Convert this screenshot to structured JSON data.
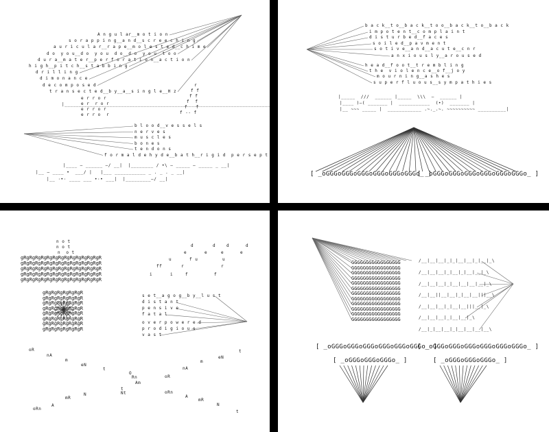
{
  "panel1": {
    "poem_lines": [
      "A n g u l ar__m o t i o n",
      "s o r a p p i n g__a n d__s c r e e c h i n g",
      "a u r i c u l a r__r a p e__m o l e s t e d__c h i m e",
      "d o  y o u__d o  y o u  d o__d o  y o u  t o o",
      "d u r a__m a t e r__p e r f o r a t i o n__a c t i o n",
      "h i g h__p i t c h__s t a b b i n g",
      "d r i l l i n g",
      "d i m o n a n c e",
      "d e c o m p o s e d",
      "t r a n s e c t e d__b y__a__s i n g l e__H z"
    ],
    "error_lines": [
      "e r r o r",
      "e r  r o r",
      "e r r o r",
      "e r r o  r"
    ],
    "f_lines": [
      "r",
      "f f",
      "f f",
      "f  f",
      "f   f",
      "f -- f"
    ],
    "baseline": "|_____________________________________________________________________________________|",
    "body_lines": [
      "b l o o d__v e s s e l s",
      "n e r v e s",
      "m u s c l e s",
      "b o n e s",
      "t e n d o n s",
      "f o r m a l d e h y d e__b a t h__r i g i d  p e r s e p t i o n"
    ],
    "bar_lines": [
      "|____ — ______ —/ __|  |________ / •\\ — _____ — _____ _ __|",
      "|__ — ____ •  ___/ |   |___ ___________ _ . _ . _ __|",
      "|__ ·•· ____ ___ •·• ___|  |_________—/ __|"
    ]
  },
  "panel2": {
    "lines": [
      "b a c k__t o__b a c k__t o o__b a c k__t o__b a c k",
      "i m p o t e n t__c o m p l a i n t",
      "d i s t u r b e d__f a c e s",
      "s o i l e d__p a v m e n t",
      "s o t i v e__a n d__a c u t e__c n r",
      "a n x i o u s l y__a r o u s e d",
      "h e a d__f o o t__t r e m b l i n g",
      "t h e  v i o l e n c e__o f__j o y",
      "m o u r n i n g__a s h e s",
      "s u p e r f l u o u s__s y m p a t h i e s"
    ],
    "bar_lines": [
      "|_____  ///  ______ |_____  \\\\\\  —  ______ |",
      "|____ )—( _______ |  ___________  (•)  _______ |",
      "|__ ~~~ _____ |  ____________ .~._.~. ~~~~~~~~~~ __________|"
    ],
    "brackets": [
      "[ _oGGGoGGGoGGGoGGGoGGGoGGGo_ ]",
      "[ _oGGGoGGGoGGGoGGGoGGGoGGGo_ ]"
    ]
  },
  "panel3": {
    "not_lines": [
      "n o t",
      "n o t",
      "n  o t"
    ],
    "gr_rows": [
      "gRgRgRgRgRgRgRgRgRgRgRgRgRgR",
      "gRgRgRgRgRgRgRgRgRgRgRgRgRgR",
      "gRgRgRgRgRgRgRgRgRgRgRgRgRgR",
      "gRgRgRgRgRgRgRgRgRgRgRgRgRgR",
      "gRgRgRgRgRgRgRgRgRgRgRgRgRgR"
    ],
    "gr_block": "gRgRgRgRgRgRgR",
    "set_lines": [
      "s e t__a g o g__b y__l u s t",
      "d i s t a n t",
      "p e n s i v e",
      "f a t a l",
      "o v e r p o w e r e d",
      "p r o d i g i o u s",
      "v a s t"
    ],
    "scatter_letters": [
      "d",
      "d",
      "d",
      "d",
      "e",
      "e",
      "e",
      "e",
      "u",
      "f u",
      "u",
      "ff",
      "r",
      "r",
      "i",
      "i",
      "f",
      "f"
    ],
    "scatter_words": [
      "oR",
      "nA",
      "m",
      "eN",
      "t",
      "O",
      "Rn",
      "Am",
      "t",
      "Nt",
      "N",
      "mR",
      "A",
      "oRn",
      "oR",
      "nA",
      "m",
      "eN",
      "t",
      "oRn",
      "A",
      "mR",
      "N",
      "t"
    ]
  },
  "panel4": {
    "g_row": "GGGGGGGGGGGGGGGGG",
    "right_lines": [
      "/__|__|__|_|_|__|__|_|__|_\\",
      "/__|__|__|_|__|_|__|__|_\\",
      "/__|__|__|_|__|__|__|__|_\\",
      "/__|__||__|__|_|__|__|||__\\",
      "/__|__|__|_|__|__|||__|_\\",
      "/__|__|__|_|__|__|_\\",
      "/__|_|__|__|_|__|__|__|__\\"
    ],
    "brackets_top": [
      "[ _oGGGoGGGoGGGoGGGoGGGoGGGo_ ]",
      "[ _oGGGoGGGoGGGoGGGoGGGoGGGo_ ]"
    ],
    "brackets_small": [
      "[ _oGGGoGGGoGGGo_ ]",
      "[ _oGGGoGGGoGGGo_ ]"
    ]
  }
}
